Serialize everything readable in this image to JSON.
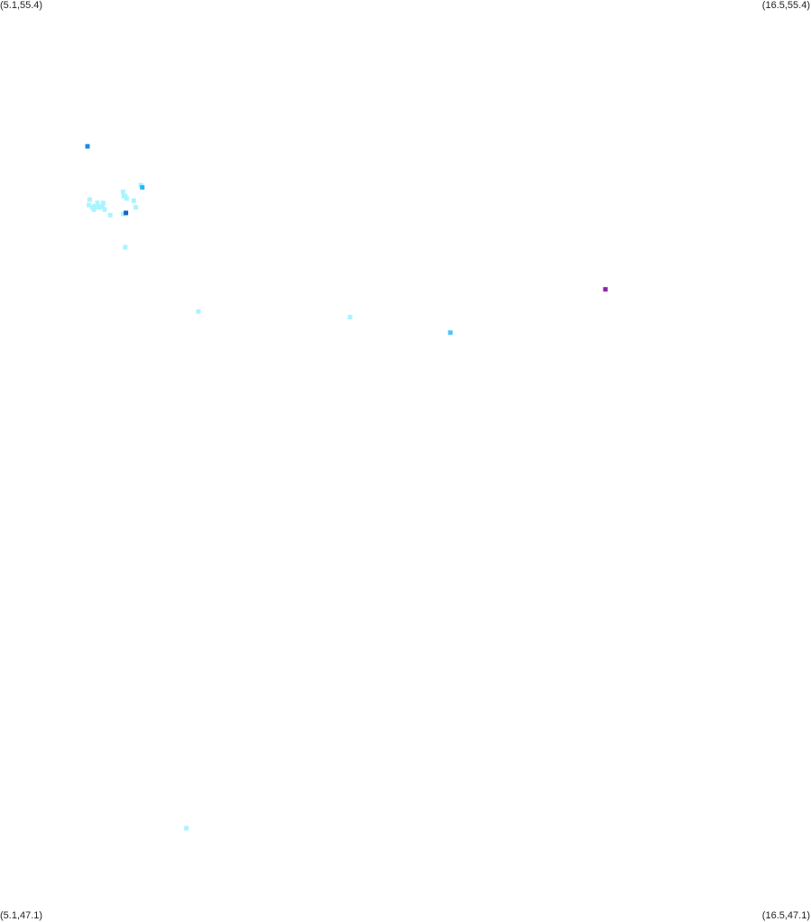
{
  "corner_labels": {
    "top_left": "(5.1,55.4)",
    "top_right": "(16.5,55.4)",
    "bottom_left": "(5.1,47.1)",
    "bottom_right": "(16.5,47.1)"
  },
  "bounds": {
    "lon_min": 5.1,
    "lon_max": 16.5,
    "lat_min": 47.1,
    "lat_max": 55.4
  },
  "colors": {
    "background": "#ffffff",
    "label_text": "#222222"
  },
  "chart_data": {
    "type": "scatter",
    "x_axis": "longitude",
    "y_axis": "latitude",
    "points": [
      {
        "lon": 6.33,
        "lat": 54.08,
        "color": "#1e88e5"
      },
      {
        "lon": 7.08,
        "lat": 53.73,
        "color": "#aaf4ff"
      },
      {
        "lon": 7.1,
        "lat": 53.71,
        "color": "#29b6f6"
      },
      {
        "lon": 6.83,
        "lat": 53.67,
        "color": "#aaf4ff"
      },
      {
        "lon": 6.84,
        "lat": 53.63,
        "color": "#aaf4ff"
      },
      {
        "lon": 6.86,
        "lat": 53.63,
        "color": "#aaf4ff"
      },
      {
        "lon": 6.88,
        "lat": 53.61,
        "color": "#aaf4ff"
      },
      {
        "lon": 6.36,
        "lat": 53.6,
        "color": "#aaf4ff"
      },
      {
        "lon": 6.47,
        "lat": 53.57,
        "color": "#aaf4ff"
      },
      {
        "lon": 6.55,
        "lat": 53.57,
        "color": "#aaf4ff"
      },
      {
        "lon": 6.35,
        "lat": 53.55,
        "color": "#aaf4ff"
      },
      {
        "lon": 6.4,
        "lat": 53.53,
        "color": "#aaf4ff"
      },
      {
        "lon": 6.43,
        "lat": 53.54,
        "color": "#aaf4ff"
      },
      {
        "lon": 6.46,
        "lat": 53.53,
        "color": "#aaf4ff"
      },
      {
        "lon": 6.5,
        "lat": 53.53,
        "color": "#aaf4ff"
      },
      {
        "lon": 6.54,
        "lat": 53.54,
        "color": "#aaf4ff"
      },
      {
        "lon": 6.57,
        "lat": 53.51,
        "color": "#aaf4ff"
      },
      {
        "lon": 6.42,
        "lat": 53.51,
        "color": "#aaf4ff"
      },
      {
        "lon": 6.98,
        "lat": 53.59,
        "color": "#aaf4ff"
      },
      {
        "lon": 7.01,
        "lat": 53.53,
        "color": "#aaf4ff"
      },
      {
        "lon": 6.83,
        "lat": 53.47,
        "color": "#aaf4ff"
      },
      {
        "lon": 6.87,
        "lat": 53.48,
        "color": "#1565c0"
      },
      {
        "lon": 6.65,
        "lat": 53.46,
        "color": "#aaf4ff"
      },
      {
        "lon": 6.86,
        "lat": 53.17,
        "color": "#aaf4ff"
      },
      {
        "lon": 7.89,
        "lat": 52.59,
        "color": "#aaf4ff"
      },
      {
        "lon": 10.02,
        "lat": 52.54,
        "color": "#aaf4ff"
      },
      {
        "lon": 11.43,
        "lat": 52.4,
        "color": "#4fc3f7"
      },
      {
        "lon": 13.61,
        "lat": 52.79,
        "color": "#8e24aa"
      },
      {
        "lon": 7.72,
        "lat": 47.93,
        "color": "#aaf4ff"
      }
    ]
  }
}
